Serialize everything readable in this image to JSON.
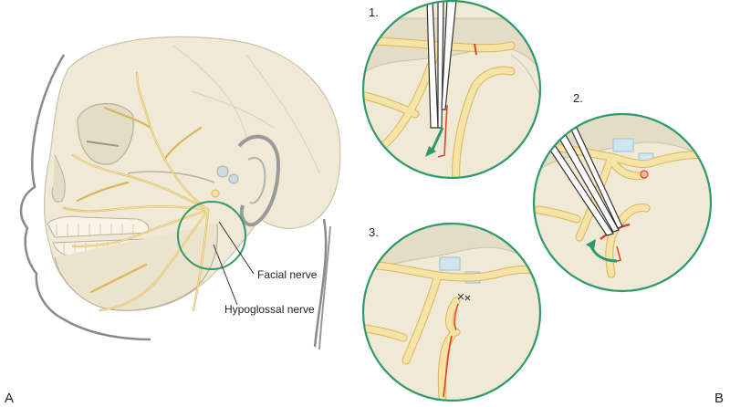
{
  "figure": {
    "panel_a_label": "A",
    "panel_b_label": "B",
    "labels": {
      "facial_nerve": "Facial nerve",
      "hypoglossal_nerve": "Hypoglossal nerve"
    },
    "steps": [
      "1.",
      "2.",
      "3."
    ]
  },
  "colors": {
    "nerve": "#f6e3a6",
    "nerve_outline": "#d8b75a",
    "bone": "#efe9d6",
    "bone_outline": "#c9c2ad",
    "circle_outline": "#2f9a6b",
    "arrow": "#2a9a6a",
    "cut_end": "#e0442c",
    "vessel": "#cfe6ef",
    "instrument": "#ffffff"
  }
}
